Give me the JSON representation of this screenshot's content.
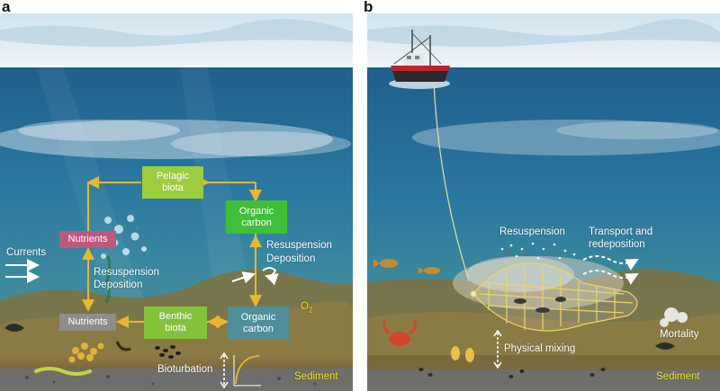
{
  "panel_a": {
    "letter": "a",
    "boxes": {
      "pelagic_line1": "Pelagic",
      "pelagic_line2": "biota",
      "nutrients_top": "Nutrients",
      "organic_top_line1": "Organic",
      "organic_top_line2": "carbon",
      "nutrients_bottom": "Nutrients",
      "benthic_line1": "Benthic",
      "benthic_line2": "biota",
      "organic_bottom_line1": "Organic",
      "organic_bottom_line2": "carbon"
    },
    "labels": {
      "currents": "Currents",
      "resuspension_left": "Resuspension",
      "deposition_left": "Deposition",
      "resuspension_right": "Resuspension",
      "deposition_right": "Deposition",
      "o2_main": "O",
      "o2_sub": "2",
      "bioturbation": "Bioturbation",
      "sediment": "Sediment"
    },
    "colors": {
      "pelagic": "#9dcc3e",
      "organic_top": "#3fbf3a",
      "nutrients_top": "#c0577f",
      "nutrients_bottom": "#8d8d8d",
      "benthic": "#84c23a",
      "organic_bottom": "#4e8f98",
      "arrows": "#e8b730"
    }
  },
  "panel_b": {
    "letter": "b",
    "labels": {
      "resuspension": "Resuspension",
      "transport_line1": "Transport and",
      "transport_line2": "redeposition",
      "physical_mixing": "Physical mixing",
      "mortality": "Mortality",
      "sediment": "Sediment"
    }
  }
}
